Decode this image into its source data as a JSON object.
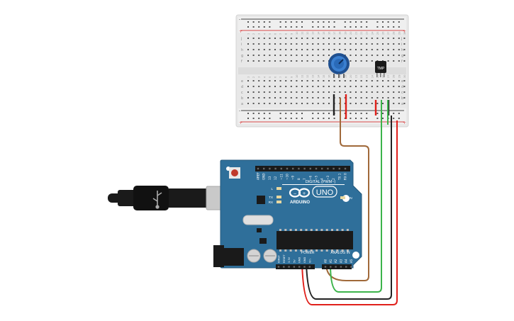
{
  "breadboard": {
    "row_letters_top": [
      "j",
      "i",
      "h",
      "g",
      "f"
    ],
    "row_letters_bottom": [
      "e",
      "d",
      "c",
      "b",
      "a"
    ],
    "column_numbers": [
      "1",
      "2",
      "3",
      "4",
      "5",
      "6",
      "7",
      "8",
      "9",
      "10",
      "11",
      "12",
      "13",
      "14",
      "15",
      "16",
      "17",
      "18",
      "19",
      "20",
      "21",
      "22",
      "23",
      "24",
      "25",
      "26",
      "27",
      "28",
      "29",
      "30"
    ],
    "rail_plus": "+",
    "rail_minus": "-"
  },
  "components": {
    "temp_sensor_label": "TMP",
    "potentiometer": "potentiometer"
  },
  "arduino": {
    "digital_header_label": "DIGITAL (PWM~)",
    "brand_label": "ARDUINO",
    "model_label": "UNO",
    "power_label": "POWER",
    "analog_label": "ANALOG IN",
    "on_label": "ON",
    "led_l": "L",
    "led_tx": "TX",
    "led_rx": "RX",
    "digital_pins": [
      "AREF",
      "GND",
      "13",
      "12",
      "~11",
      "~10",
      "~9",
      "8",
      "7",
      "~6",
      "~5",
      "4",
      "~3",
      "2",
      "TX 1",
      "RX 0"
    ],
    "power_pins": [
      "IOREF",
      "RESET",
      "3.3V",
      "5V",
      "GND",
      "GND",
      "Vin"
    ],
    "analog_pins": [
      "A0",
      "A1",
      "A2",
      "A3",
      "A4",
      "A5"
    ]
  },
  "wires": [
    {
      "name": "brown",
      "color": "#a0693a"
    },
    {
      "name": "green",
      "color": "#3cb44b"
    },
    {
      "name": "red",
      "color": "#e0201b"
    },
    {
      "name": "black",
      "color": "#222222"
    }
  ],
  "colors": {
    "board_blue": "#2f6f9a",
    "breadboard": "#e9e9e9",
    "rail_red": "#d94a4a",
    "rail_blue": "#5a6dd8"
  }
}
